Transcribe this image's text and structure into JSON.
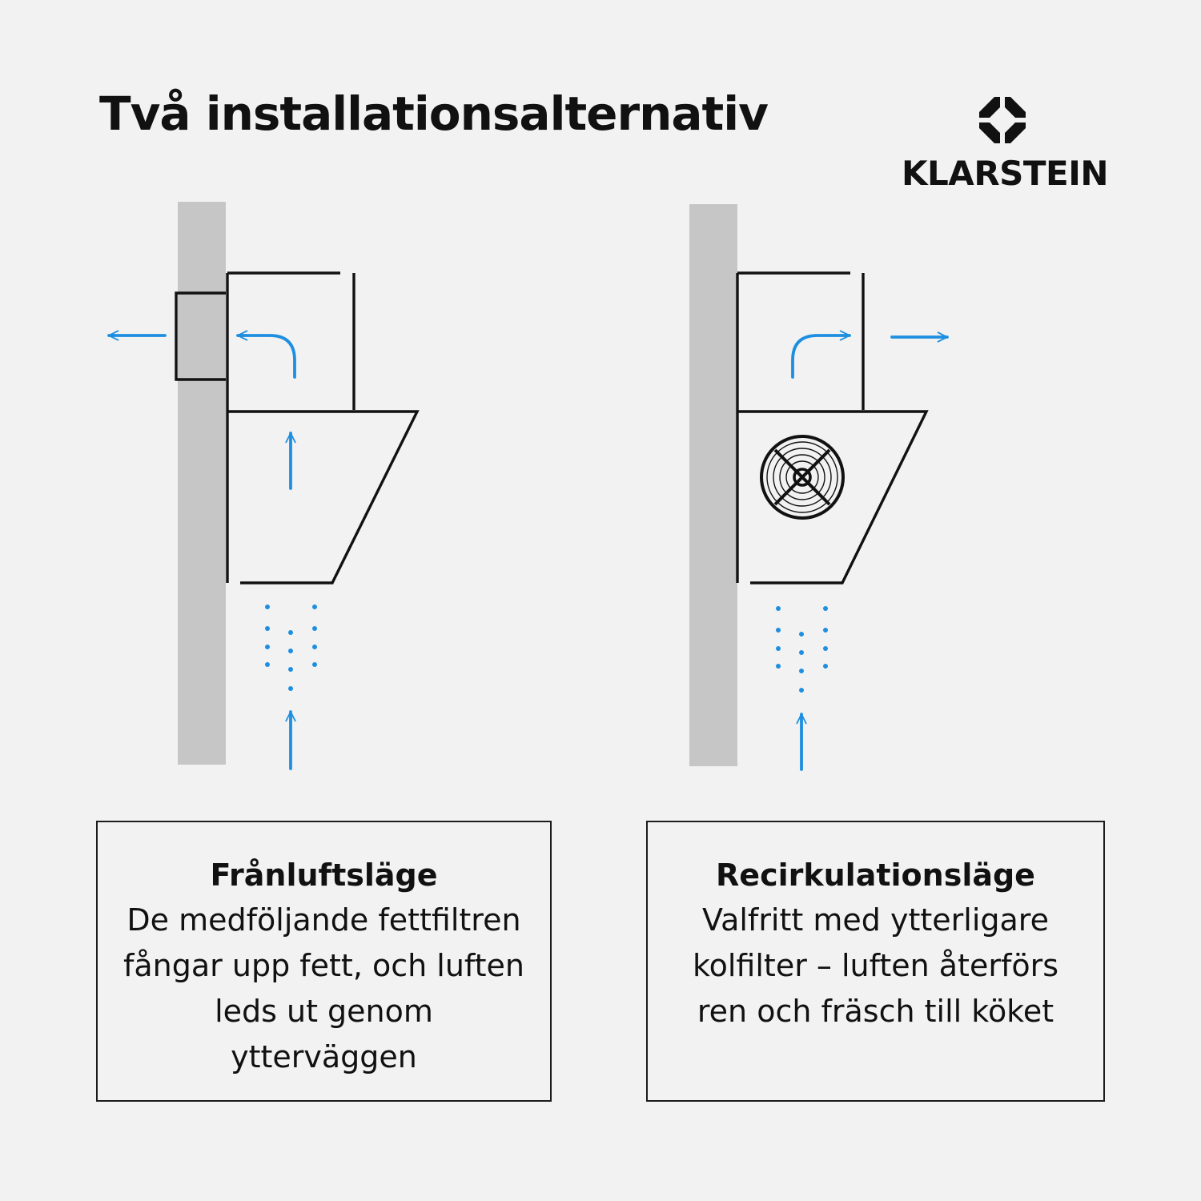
{
  "title": "Två installationsalternativ",
  "brand": {
    "name": "KLARSTEIN"
  },
  "colors": {
    "arrow": "#1e8fe0",
    "wall": "#c6c6c6",
    "line": "#111111",
    "background": "#f2f2f2"
  },
  "modes": [
    {
      "name": "Frånluftsläge",
      "description": "De medföljande fettfiltren fångar upp fett, och luften leds ut genom ytterväggen"
    },
    {
      "name": "Recirkulationsläge",
      "description": "Valfritt med ytterligare kolfilter – luften återförs ren och fräsch till köket"
    }
  ]
}
